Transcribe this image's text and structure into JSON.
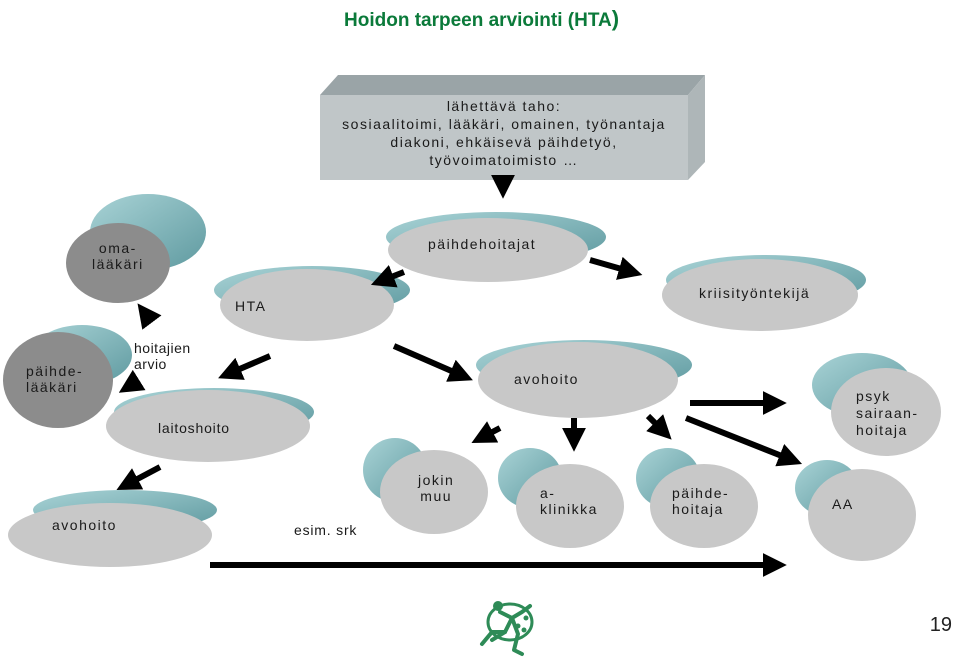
{
  "title": {
    "main": "Hoidon tarpeen arviointi (HTA",
    "close_paren": ")"
  },
  "source_box": {
    "line1": "lähettävä taho:",
    "line2": "sosiaalitoimi, lääkäri, omainen, työnantaja",
    "line3": "diakoni, ehkäisevä päihdetyö,",
    "line4": "työvoimatoimisto …"
  },
  "nodes": {
    "omalaakari": "oma-\nlääkäri",
    "paihdehoitajat": "päihdehoitajat",
    "hta": "HTA",
    "kriisityontekija": "kriisityöntekijä",
    "paihdelaakari": "päihde-\nlääkäri",
    "hoitajien_arvio": "hoitajien\narvio",
    "laitoshoito": "laitoshoito",
    "avohoito_center": "avohoito",
    "psyk_sairaanhoitaja": "psyk\nsairaan-\nhoitaja",
    "avohoito_left": "avohoito",
    "esim_srk": "esim. srk",
    "jokin_muu": "jokin\nmuu",
    "a_klinikka": "a-\nklinikka",
    "paihdehoitaja": "päihde-\nhoitaja",
    "aa": "AA"
  },
  "colors": {
    "title": "#0b7a3a",
    "ellipse_gray": "#c8c8c8",
    "ellipse_dark_gray": "#8c8c8c",
    "ellipse_teal": "#7fb3b8",
    "source_box": "#c0c6c8",
    "arrow": "#000000",
    "logo_green": "#2e8b57"
  },
  "logo": {
    "icon": "running-figure-logo-icon"
  },
  "page_number": "19"
}
